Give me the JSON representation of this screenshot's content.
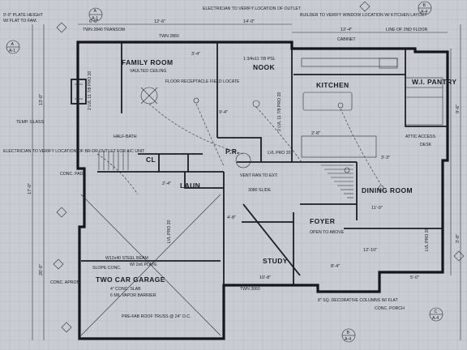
{
  "rooms": {
    "family_room": "FAMILY ROOM",
    "family_room_sub": "VAULTED CEILING",
    "nook": "NOOK",
    "kitchen": "KITCHEN",
    "pantry": "W.I. PANTRY",
    "half_bath": "HALF-BATH",
    "pr": "P.R.",
    "laun": "LAUN",
    "dining_room": "DINING ROOM",
    "foyer": "FOYER",
    "study": "STUDY",
    "two_car_garage": "TWO CAR GARAGE",
    "cl": "CL",
    "desk": "DESK"
  },
  "notes": {
    "plate_height": "9'-0\" PLATE HEIGHT",
    "wall_fireplace": "W/ FLAT TO FAM.",
    "electrician_top": "ELECTRICIAN TO VERIFY LOCATION OF OUTLET",
    "builder_verify": "BUILDER TO VERIFY WINDOW LOCATION W/ KITCHEN LAYOUT",
    "cabinet": "CABINET",
    "floor_receptacle": "FLOOR RECEPTACLE FIELD LOCATE",
    "temp_glass": "TEMP. GLASS",
    "electrician_left": "ELECTRICIAN TO VERIFY LOCATION OF BR-DR OUTLET FOR A/C UNIT",
    "conc_pad": "CONC. PAD",
    "conc_apron": "CONC. APRON",
    "steel_beam": "W12x40 STEEL BEAM",
    "plate": "W/ 2x6 PLATE",
    "slab": "4\" CONC. SLAB",
    "vapor": "6 MIL VAPOR BARRIER",
    "roof": "PRE-FAB ROOF TRUSS @ 24\" O.C.",
    "vent": "VENT RAN TO EXT.",
    "conc_porch": "CONC. PORCH",
    "slope": "SLOPE CONC.",
    "open_above": "OPEN TO ABOVE",
    "joist_1": "2 LVL 11 7/8 PRO 20",
    "joist_2": "1 3/4x11 7/8 PSL",
    "joist_3": "LVL PRO 20",
    "window_1": "TWN 2840 TRANSOM",
    "window_2": "TWN 2860",
    "window_3": "3080 SLIDE",
    "window_4": "TWN 3060",
    "decorative_col": "8\" SQ. DECORATIVE COLUMNS W/ FLAT",
    "line_of_floor": "LINE OF 2ND FLOOR",
    "attic": "ATTIC ACCESS"
  },
  "dims": {
    "d1": "6'-0\"",
    "d2": "12'-6\"",
    "d3": "3'-4\"",
    "d4": "14'-0\"",
    "d5": "9'-4\"",
    "d6": "12'-4\"",
    "d7": "2'-4\"",
    "d8": "4'-8\"",
    "d9": "17'-0\"",
    "d10": "11'-0\"",
    "d11": "10'-8\"",
    "d12": "8'-4\"",
    "d13": "3'-8\"",
    "d14": "5'-0\"",
    "d15": "12'-10\"",
    "d16": "20'-0\"",
    "d17": "2'-8\"",
    "d18": "3'-3\"",
    "d19": "13'-0\"",
    "d20": "9'-6\""
  },
  "section_markers": [
    {
      "letter": "A",
      "sheet": "A-1"
    },
    {
      "letter": "B",
      "sheet": "A-4"
    },
    {
      "letter": "C",
      "sheet": "A-4"
    }
  ],
  "colors": {
    "paper": "#c9cdd3",
    "ink": "#15171c"
  }
}
